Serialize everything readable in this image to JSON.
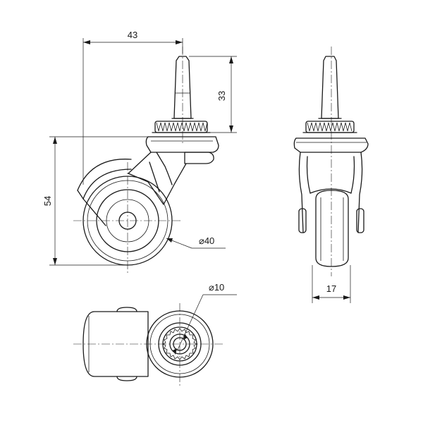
{
  "dimensions": {
    "stem_to_wheel_width": "43",
    "stem_height": "33",
    "overall_height": "54",
    "wheel_diameter": "⌀40",
    "wheel_width": "17",
    "hub_diameter": "⌀10"
  },
  "colors": {
    "line": "#1a1a1a",
    "background": "#ffffff"
  }
}
